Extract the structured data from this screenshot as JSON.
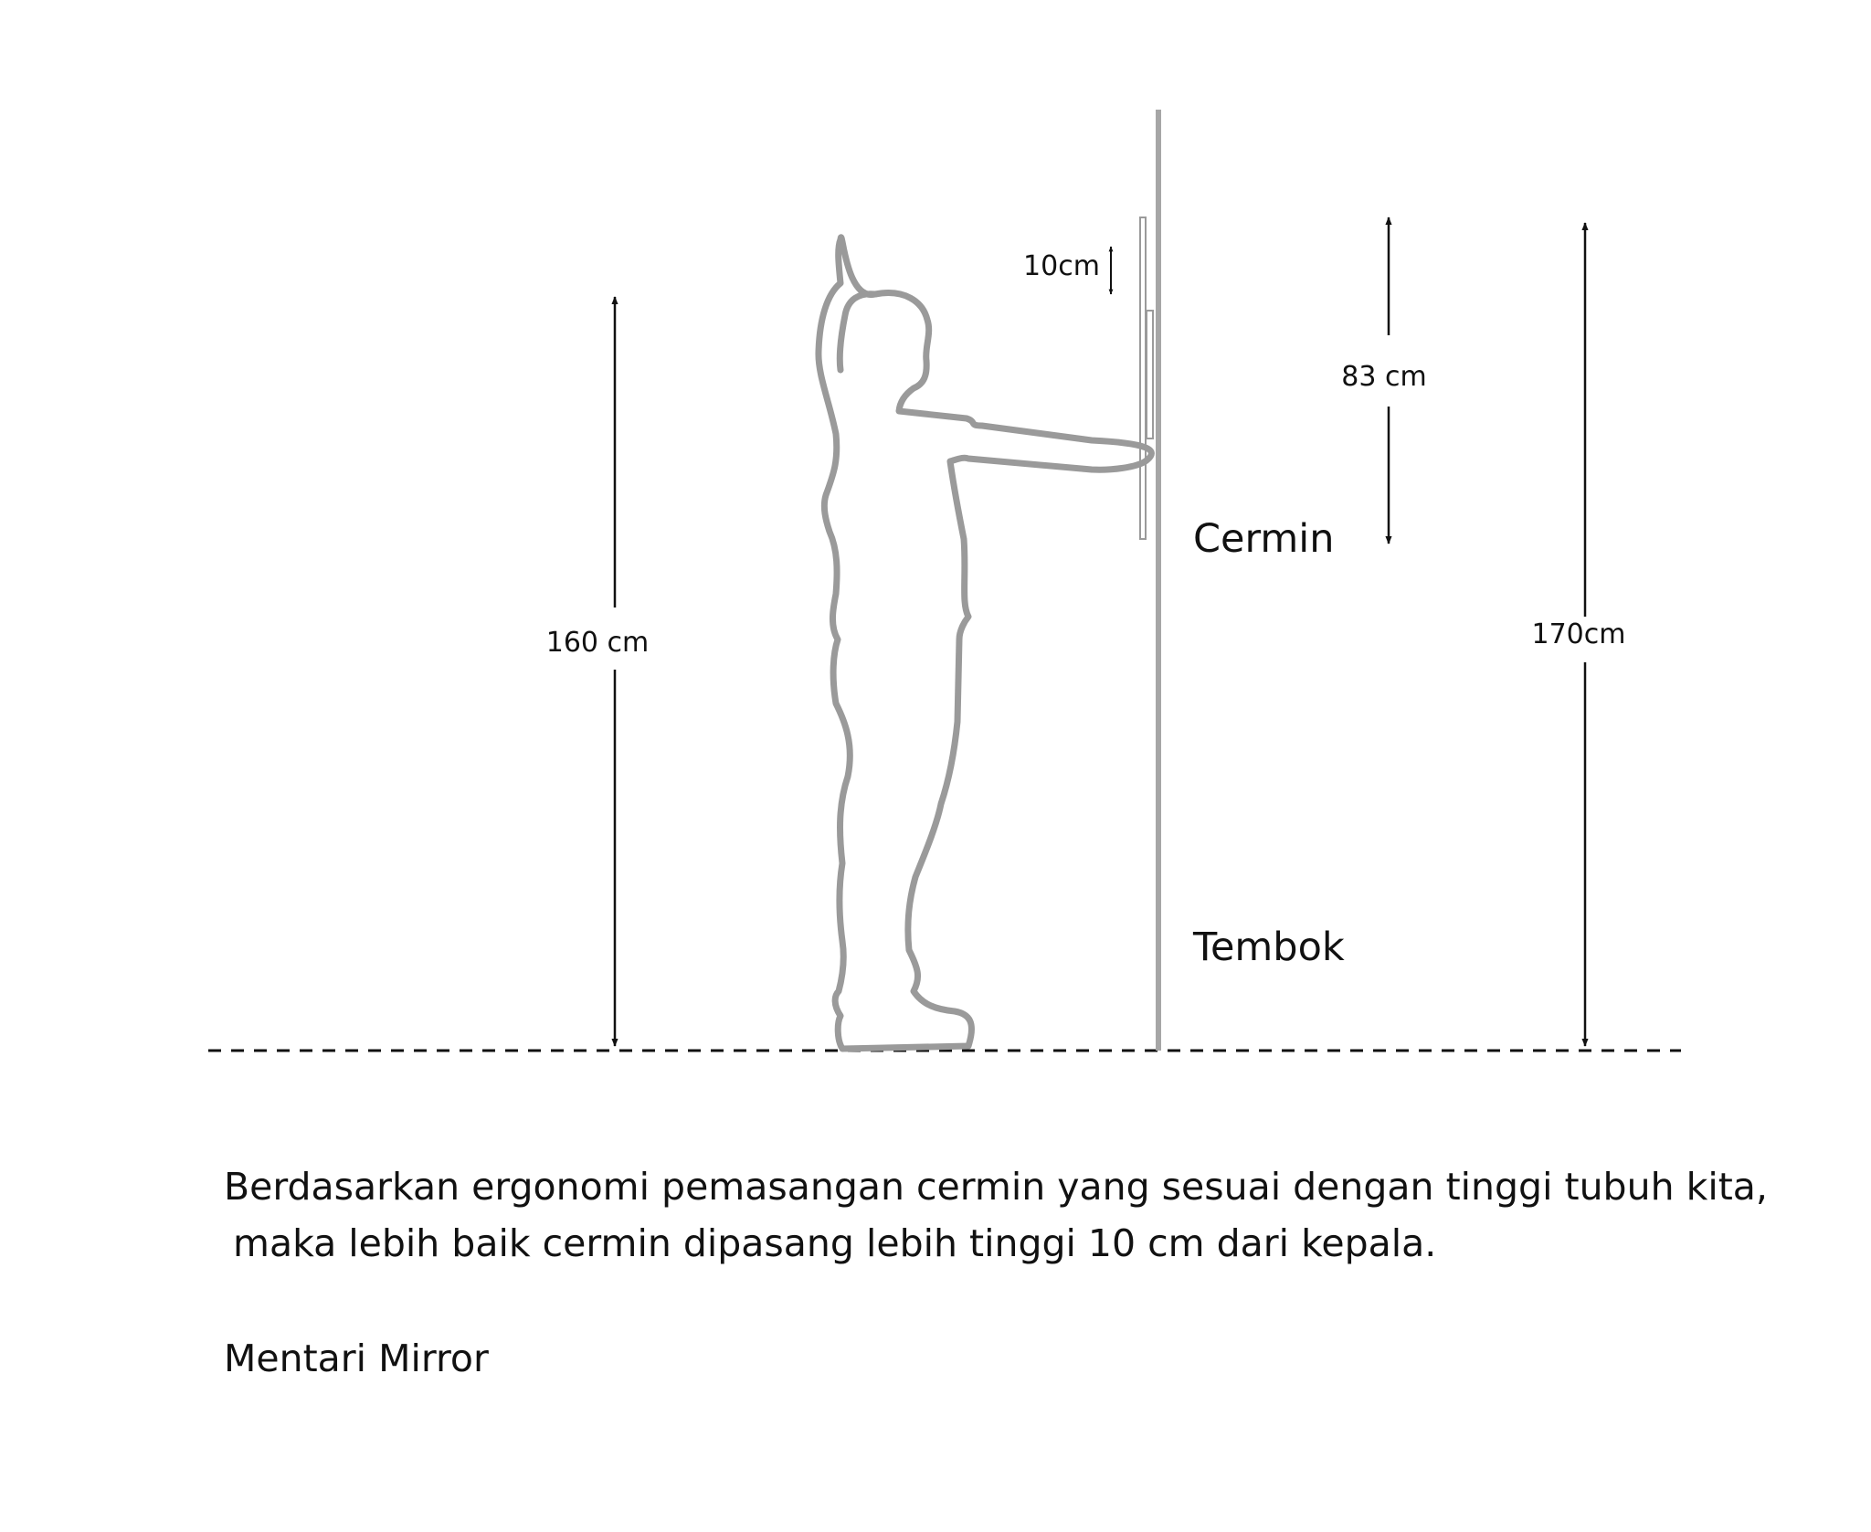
{
  "labels": {
    "mirror": "Cermin",
    "wall": "Tembok",
    "person_height": "160 cm",
    "mirror_height": "83 cm",
    "mirror_top_height": "170cm",
    "gap_above_head": "10cm"
  },
  "caption": {
    "line1": "Berdasarkan ergonomi pemasangan cermin yang sesuai dengan tinggi tubuh kita,",
    "line2": "maka lebih baik cermin dipasang lebih tinggi 10 cm dari kepala."
  },
  "brand": "Mentari Mirror",
  "colors": {
    "figure_outline": "#9a9a9a",
    "wall": "#a6a6a6",
    "ink": "#111111"
  }
}
